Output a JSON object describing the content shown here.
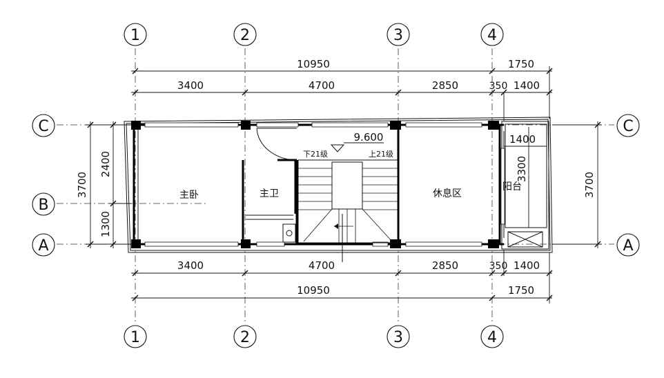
{
  "grid_axes": {
    "vertical": [
      "1",
      "2",
      "3",
      "4"
    ],
    "horizontal": [
      "C",
      "B",
      "A"
    ]
  },
  "dimensions": {
    "top_total": "10950",
    "top_total_right": "1750",
    "top_segments": [
      "3400",
      "4700",
      "2850",
      "350",
      "1400"
    ],
    "bottom_segments": [
      "3400",
      "4700",
      "2850",
      "350",
      "1400"
    ],
    "bottom_total": "10950",
    "bottom_total_right": "1750",
    "left_total": "3700",
    "left_segments": [
      "2400",
      "1300"
    ],
    "right_total": "3700",
    "balcony_width": "1400",
    "balcony_depth": "3300"
  },
  "rooms": {
    "master_bedroom": "主卧",
    "master_bath": "主卫",
    "lounge": "休息区",
    "balcony": "阳台"
  },
  "stair": {
    "elevation": "9.600",
    "down_label": "下21级",
    "up_label": "上21级"
  }
}
